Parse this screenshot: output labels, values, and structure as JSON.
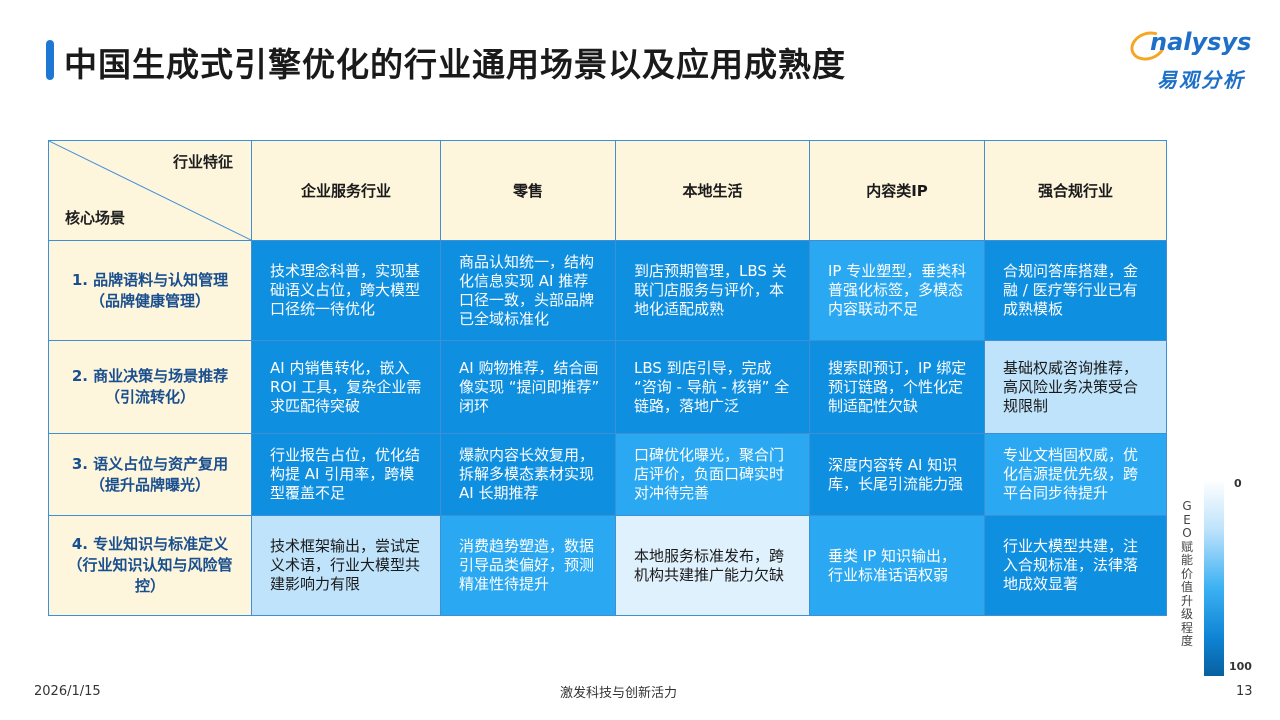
{
  "title": "中国生成式引擎优化的行业通用场景以及应用成熟度",
  "logo": {
    "en": "nalysys",
    "cn": "易观分析"
  },
  "table": {
    "corner_top": "行业特征",
    "corner_bottom": "核心场景",
    "columns": [
      "企业服务行业",
      "零售",
      "本地生活",
      "内容类IP",
      "强合规行业"
    ],
    "rows": [
      {
        "label": "1. 品牌语料与认知管理（品牌健康管理）",
        "cells": [
          "技术理念科普，实现基础语义占位，跨大模型口径统一待优化",
          "商品认知统一，结构化信息实现 AI 推荐口径一致，头部品牌已全域标准化",
          "到店预期管理，LBS 关联门店服务与评价，本地化适配成熟",
          "IP 专业塑型，垂类科普强化标签，多模态内容联动不足",
          "合规问答库搭建，金融 / 医疗等行业已有成熟模板"
        ]
      },
      {
        "label": "2. 商业决策与场景推荐（引流转化）",
        "cells": [
          "AI 内销售转化，嵌入 ROI 工具，复杂企业需求匹配待突破",
          "AI 购物推荐，结合画像实现 “提问即推荐” 闭环",
          "LBS 到店引导，完成 “咨询 - 导航 - 核销” 全链路，落地广泛",
          "搜索即预订，IP 绑定预订链路，个性化定制适配性欠缺",
          "基础权威咨询推荐，高风险业务决策受合规限制"
        ]
      },
      {
        "label": "3. 语义占位与资产复用（提升品牌曝光）",
        "cells": [
          "行业报告占位，优化结构提 AI 引用率，跨模型覆盖不足",
          "爆款内容长效复用，拆解多模态素材实现 AI 长期推荐",
          "口碑优化曝光，聚合门店评价，负面口碑实时对冲待完善",
          "深度内容转 AI 知识库，长尾引流能力强",
          "专业文档固权威，优化信源提优先级，跨平台同步待提升"
        ]
      },
      {
        "label": "4. 专业知识与标准定义（行业知识认知与风险管控）",
        "cells": [
          "技术框架输出，尝试定义术语，行业大模型共建影响力有限",
          "消费趋势塑造，数据引导品类偏好，预测精准性待提升",
          "本地服务标准发布，跨机构共建推广能力欠缺",
          "垂类 IP 知识输出，行业标准话语权弱",
          "行业大模型共建，注入合规标准，法律落地成效显著"
        ]
      }
    ],
    "levels": [
      [
        "dark",
        "dark",
        "dark",
        "mid",
        "dark"
      ],
      [
        "dark",
        "dark",
        "dark",
        "dark",
        "light"
      ],
      [
        "dark",
        "dark",
        "mid",
        "dark",
        "mid"
      ],
      [
        "light",
        "mid",
        "pale",
        "mid",
        "dark"
      ]
    ]
  },
  "legend": {
    "label": "GEO赋能价值升级程度",
    "min": "0",
    "max": "100"
  },
  "footer": {
    "date": "2026/1/15",
    "slogan": "激发科技与创新活力",
    "page": "13"
  }
}
